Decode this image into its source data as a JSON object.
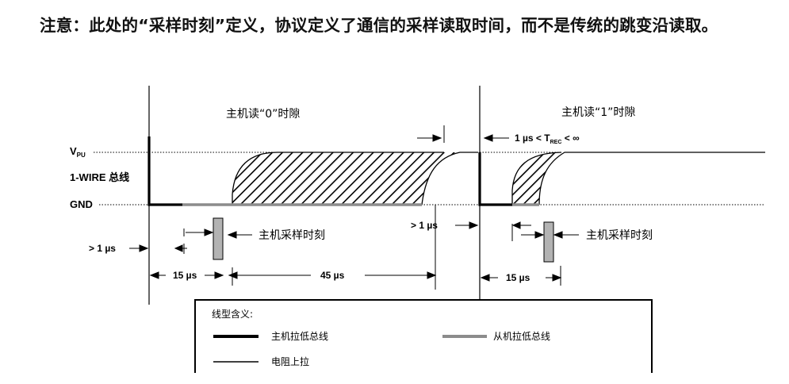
{
  "note": "注意：此处的“采样时刻”定义，协议定义了通信的采样读取时间，而不是传统的跳变沿读取。",
  "diagram": {
    "title_read0": "主机读“0”时隙",
    "title_read1": "主机读“1”时隙",
    "vpu_main": "V",
    "vpu_sub": "PU",
    "bus_label": "1-WIRE 总线",
    "gnd_label": "GND",
    "trec_prefix": "1 µs < T",
    "trec_sub": "REC",
    "trec_suffix": " < ∞",
    "gt1us_left": "> 1 µs",
    "gt1us_mid": "> 1 µs",
    "t15_left": "15 µs",
    "t45": "45 µs",
    "t15_right": "15 µs",
    "sample_left": "主机采样时刻",
    "sample_right": "主机采样时刻"
  },
  "legend": {
    "title": "线型含义:",
    "master_pull": "主机拉低总线",
    "slave_pull": "从机拉低总线",
    "resistor_pull": "电阻上拉"
  },
  "colors": {
    "master_line": "#000000",
    "slave_line": "#8c8c8c",
    "sample_box": "#b3b3b3"
  }
}
